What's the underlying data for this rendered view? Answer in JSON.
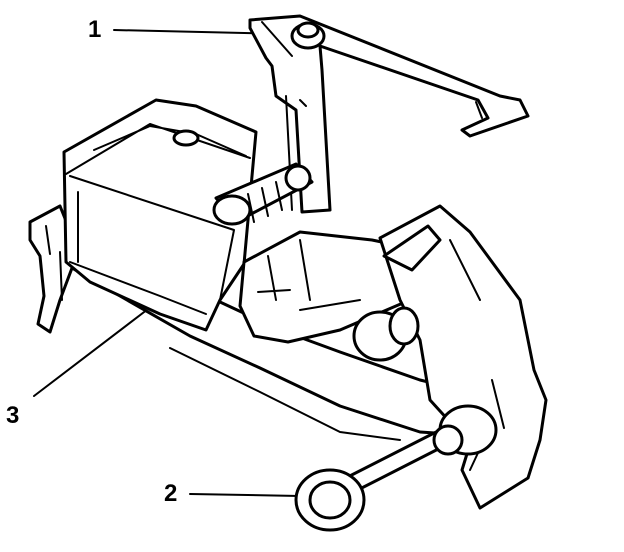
{
  "figure": {
    "callouts": [
      {
        "id": "1",
        "label": "1"
      },
      {
        "id": "2",
        "label": "2"
      },
      {
        "id": "3",
        "label": "3"
      }
    ],
    "colors": {
      "line": "#000000",
      "background": "#ffffff"
    }
  }
}
